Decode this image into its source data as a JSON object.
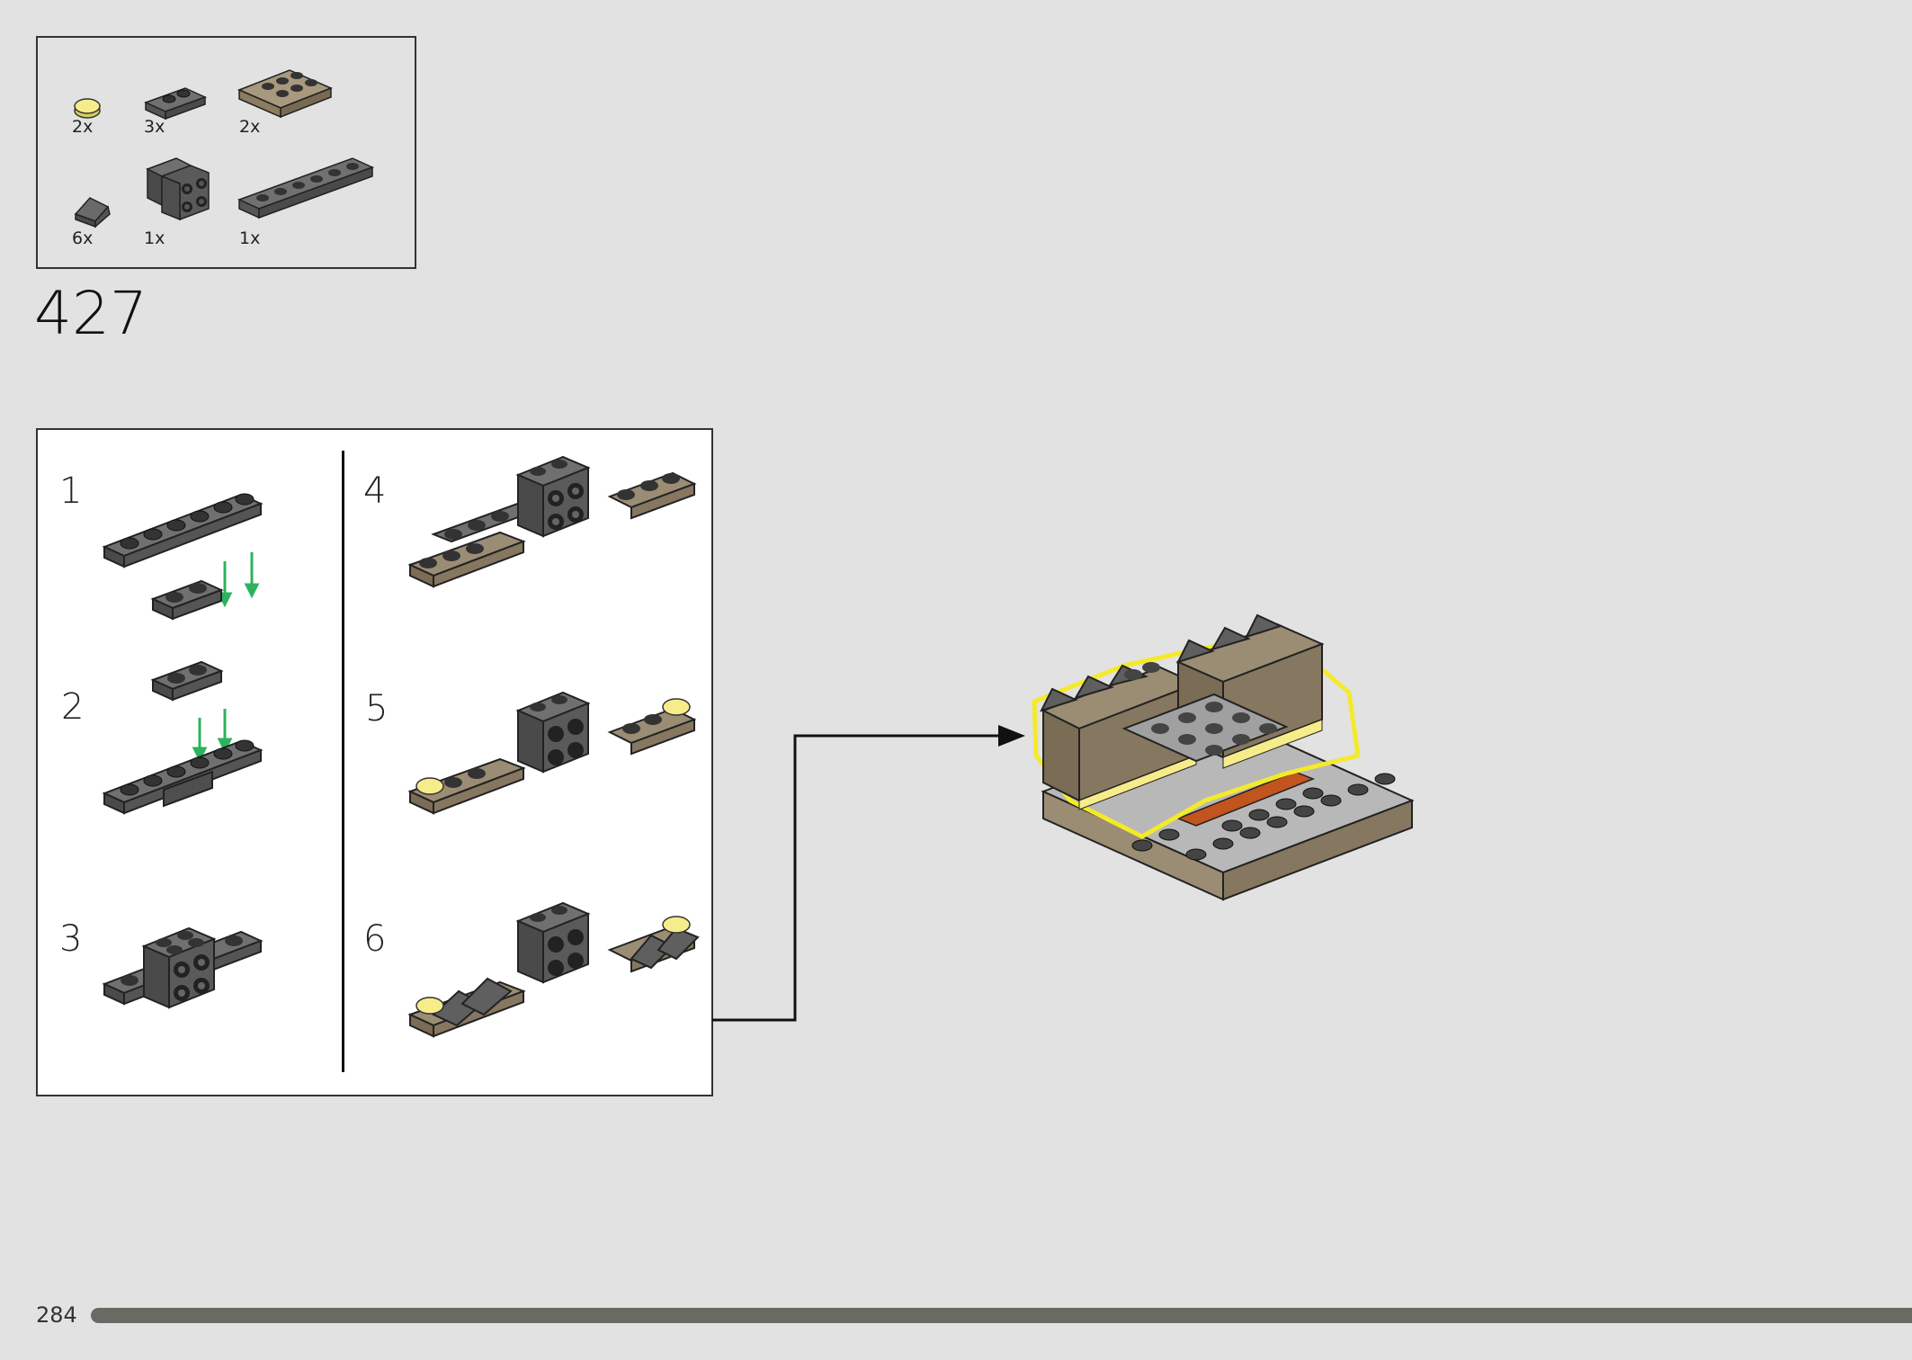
{
  "step": {
    "number": "427"
  },
  "parts": [
    {
      "count": "2x",
      "icon": "round-tile-yellow-icon"
    },
    {
      "count": "3x",
      "icon": "plate-1x2-dark-gray-icon"
    },
    {
      "count": "2x",
      "icon": "plate-2x3-tan-icon"
    },
    {
      "count": "6x",
      "icon": "slope-dark-gray-icon"
    },
    {
      "count": "1x",
      "icon": "bracket-2x2-dark-gray-icon"
    },
    {
      "count": "1x",
      "icon": "plate-1x6-dark-gray-icon"
    }
  ],
  "substeps": [
    {
      "label": "1"
    },
    {
      "label": "2"
    },
    {
      "label": "3"
    },
    {
      "label": "4"
    },
    {
      "label": "5"
    },
    {
      "label": "6"
    }
  ],
  "page": {
    "number": "284",
    "progress": 1.0
  },
  "colors": {
    "background": "#e2e2e2",
    "dark_gray_brick": "#5d5d5d",
    "light_gray_brick": "#a0a0a0",
    "tan_brick": "#9b8c74",
    "yellow_tile": "#f7ec8a",
    "green_arrow": "#2db35d",
    "progress_bar": "#6a6a65"
  }
}
